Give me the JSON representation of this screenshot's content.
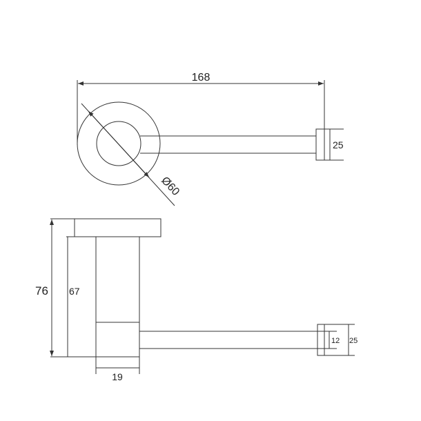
{
  "top_view": {
    "overall_length": "168",
    "flange_diameter": "Ø60",
    "end_height": "25"
  },
  "side_view": {
    "total_height": "76",
    "column_height": "67",
    "column_width": "19",
    "arm_height": "12",
    "end_height": "25"
  },
  "colors": {
    "line": "#333333",
    "background": "#ffffff"
  }
}
